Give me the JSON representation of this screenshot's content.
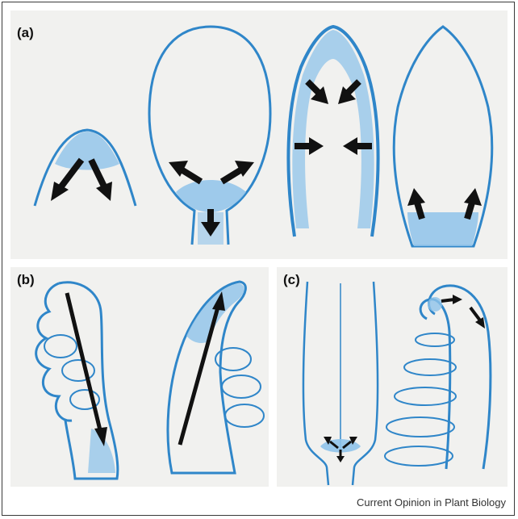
{
  "panels": {
    "a": {
      "label": "(a)"
    },
    "b": {
      "label": "(b)"
    },
    "c": {
      "label": "(c)"
    }
  },
  "credit": "Current Opinion in Plant Biology",
  "colors": {
    "outline": "#2f86c9",
    "fill": "#8fc3ea",
    "arrow": "#111111",
    "panel_bg": "#f1f1ef"
  }
}
